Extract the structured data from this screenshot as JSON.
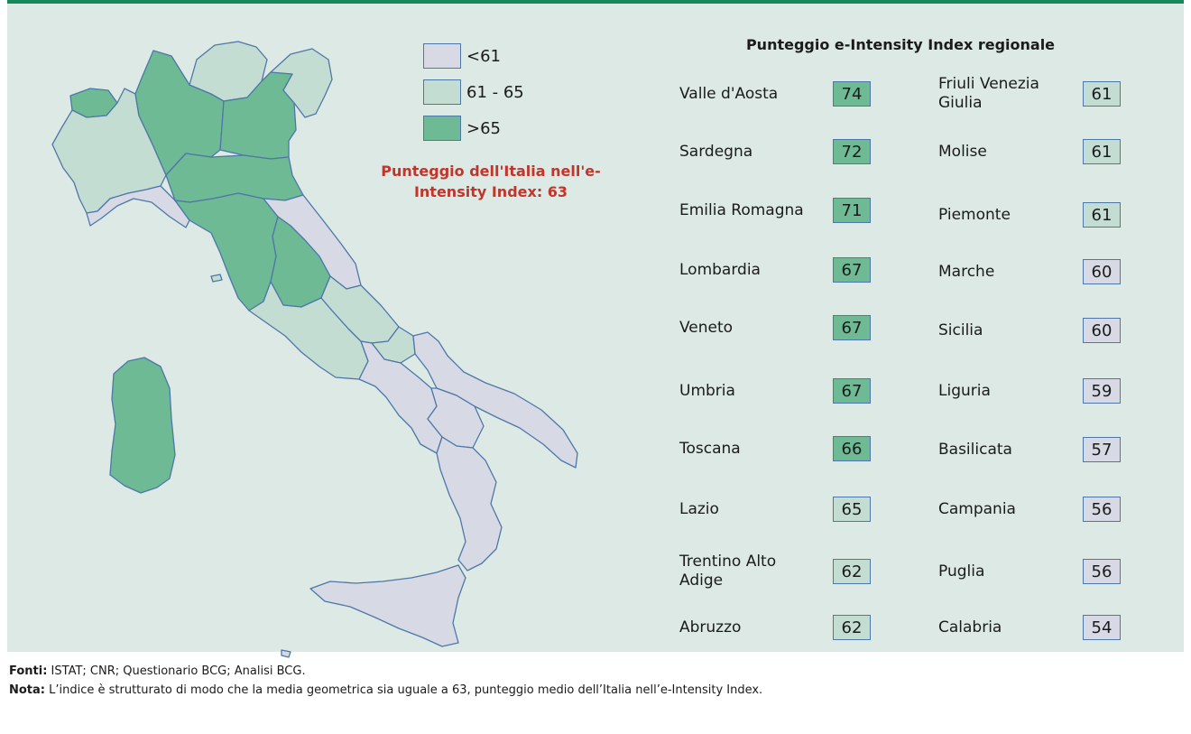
{
  "colors": {
    "low": "#d7dae4",
    "mid": "#c4ddd3",
    "high": "#6dba95",
    "border": "#4e77a8",
    "accent": "#c3342a",
    "top_bar": "#17885c"
  },
  "legend": [
    {
      "label": "<61",
      "class": "low"
    },
    {
      "label": "61 - 65",
      "class": "mid"
    },
    {
      "label": ">65",
      "class": "high"
    }
  ],
  "italy_score": "Punteggio dell'Italia nell'e-Intensity Index: 63",
  "table_title": "Punteggio e-Intensity Index regionale",
  "left_column": [
    {
      "name": "Valle d'Aosta",
      "score": "74",
      "class": "high"
    },
    {
      "name": "Sardegna",
      "score": "72",
      "class": "high"
    },
    {
      "name": "Emilia Romagna",
      "score": "71",
      "class": "high"
    },
    {
      "name": "Lombardia",
      "score": "67",
      "class": "high"
    },
    {
      "name": "Veneto",
      "score": "67",
      "class": "high"
    },
    {
      "name": "Umbria",
      "score": "67",
      "class": "high"
    },
    {
      "name": "Toscana",
      "score": "66",
      "class": "high"
    },
    {
      "name": "Lazio",
      "score": "65",
      "class": "mid"
    },
    {
      "name": "Trentino Alto Adige",
      "score": "62",
      "class": "mid"
    },
    {
      "name": "Abruzzo",
      "score": "62",
      "class": "mid"
    }
  ],
  "right_column": [
    {
      "name": "Friuli Venezia Giulia",
      "score": "61",
      "class": "mid"
    },
    {
      "name": "Molise",
      "score": "61",
      "class": "mid"
    },
    {
      "name": "Piemonte",
      "score": "61",
      "class": "mid"
    },
    {
      "name": "Marche",
      "score": "60",
      "class": "low"
    },
    {
      "name": "Sicilia",
      "score": "60",
      "class": "low"
    },
    {
      "name": "Liguria",
      "score": "59",
      "class": "low"
    },
    {
      "name": "Basilicata",
      "score": "57",
      "class": "low"
    },
    {
      "name": "Campania",
      "score": "56",
      "class": "low"
    },
    {
      "name": "Puglia",
      "score": "56",
      "class": "low"
    },
    {
      "name": "Calabria",
      "score": "54",
      "class": "low"
    }
  ],
  "footer": {
    "sources_label": "Fonti:",
    "sources": " ISTAT; CNR; Questionario BCG; Analisi BCG.",
    "note_label": "Nota:",
    "note": " L’indice è strutturato di modo che la media geometrica sia uguale a 63, punteggio medio dell’Italia nell’e-Intensity Index."
  }
}
